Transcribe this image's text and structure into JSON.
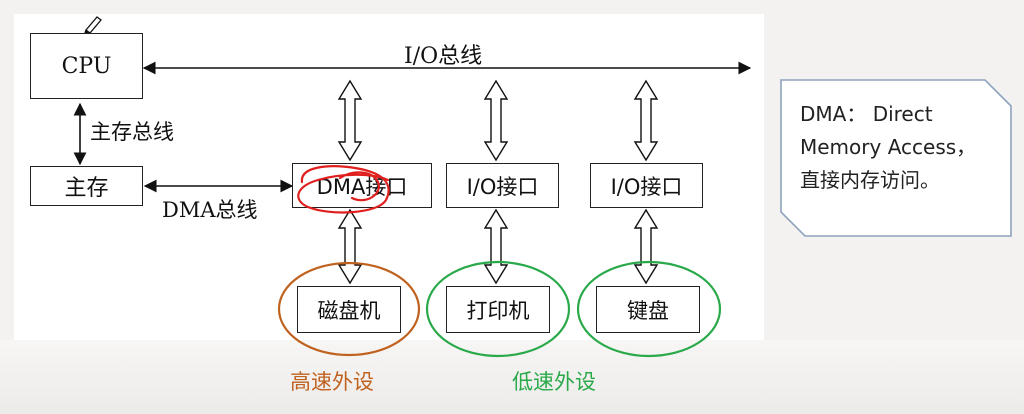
{
  "diagram": {
    "cpu_label": "CPU",
    "main_memory_label": "主存",
    "io_bus_label": "I/O总线",
    "memory_bus_label": "主存总线",
    "dma_bus_label": "DMA总线",
    "interfaces": [
      {
        "label": "DMA接口"
      },
      {
        "label": "I/O接口"
      },
      {
        "label": "I/O接口"
      }
    ],
    "devices": [
      {
        "label": "磁盘机"
      },
      {
        "label": "打印机"
      },
      {
        "label": "键盘"
      }
    ],
    "high_speed_label": "高速外设",
    "low_speed_label": "低速外设"
  },
  "note": {
    "line1": "DMA： Direct",
    "line2": "Memory Access，",
    "line3": "直接内存访问。"
  },
  "colors": {
    "high_speed": "#c0621f",
    "low_speed": "#2aa94a",
    "annotation": "#e0201e",
    "note_border": "#8fa2bd"
  }
}
